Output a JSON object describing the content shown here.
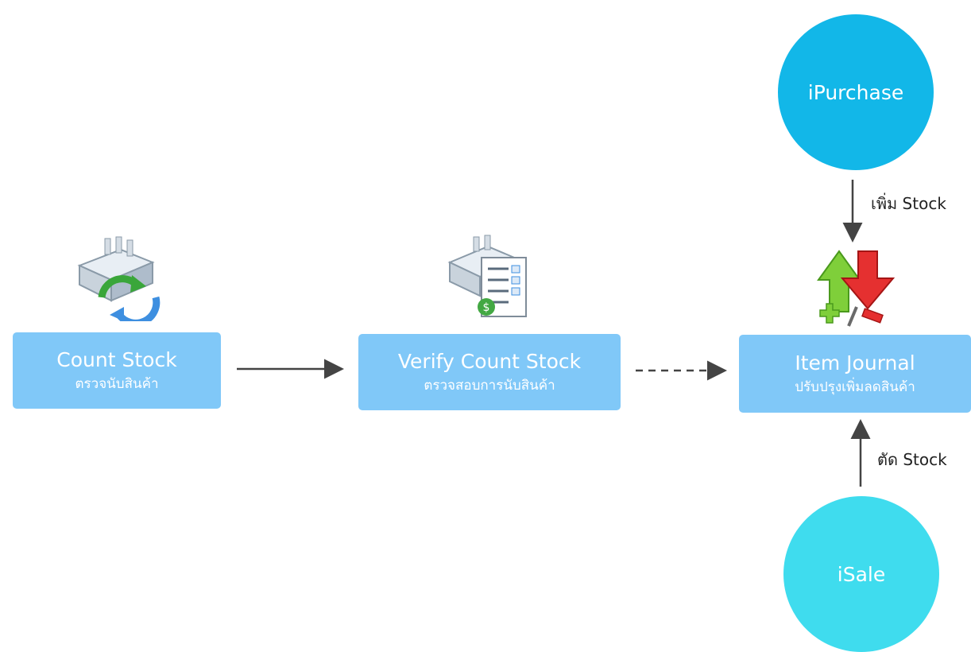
{
  "nodes": {
    "count_stock": {
      "title": "Count Stock",
      "subtitle": "ตรวจนับสินค้า"
    },
    "verify_count_stock": {
      "title": "Verify Count Stock",
      "subtitle": "ตรวจสอบการนับสินค้า"
    },
    "item_journal": {
      "title": "Item Journal",
      "subtitle": "ปรับปรุงเพิ่มลดสินค้า"
    },
    "ipurchase": {
      "label": "iPurchase"
    },
    "isale": {
      "label": "iSale"
    }
  },
  "edges": {
    "add_stock_label": "เพิ่ม Stock",
    "cut_stock_label": "ตัด Stock"
  },
  "colors": {
    "box": "#80c8f8",
    "ipurchase": "#12b7e8",
    "isale": "#3fdcee",
    "arrow": "#444444"
  },
  "icons": [
    "warehouse-sync-icon",
    "warehouse-checklist-icon",
    "up-down-arrows-icon"
  ]
}
